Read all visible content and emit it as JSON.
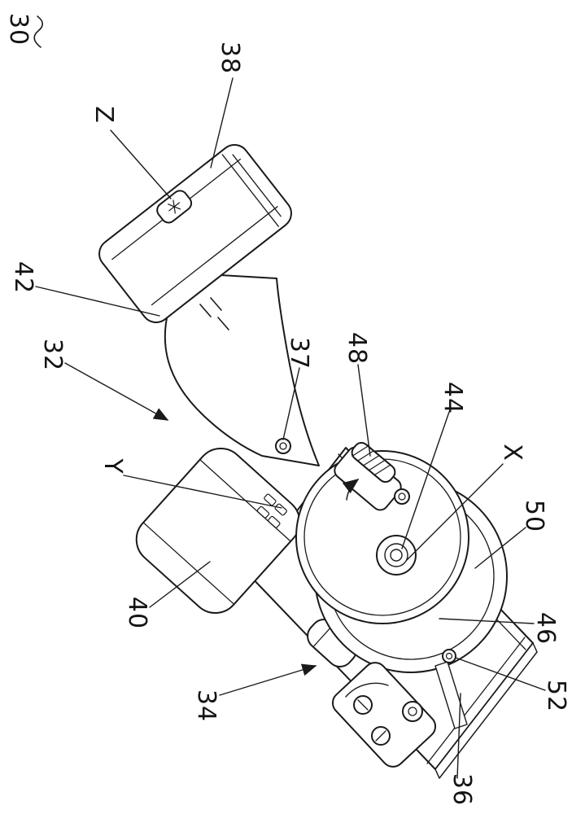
{
  "figure": {
    "background": "#ffffff",
    "line_color": "#1a1a1a"
  },
  "labels": {
    "n30": "30",
    "n38": "38",
    "nZ": "Z",
    "n42": "42",
    "n32": "32",
    "n37": "37",
    "n48": "48",
    "n44": "44",
    "nY": "Y",
    "nX": "X",
    "n50": "50",
    "n40": "40",
    "n46": "46",
    "n34": "34",
    "n52": "52",
    "n36": "36"
  }
}
